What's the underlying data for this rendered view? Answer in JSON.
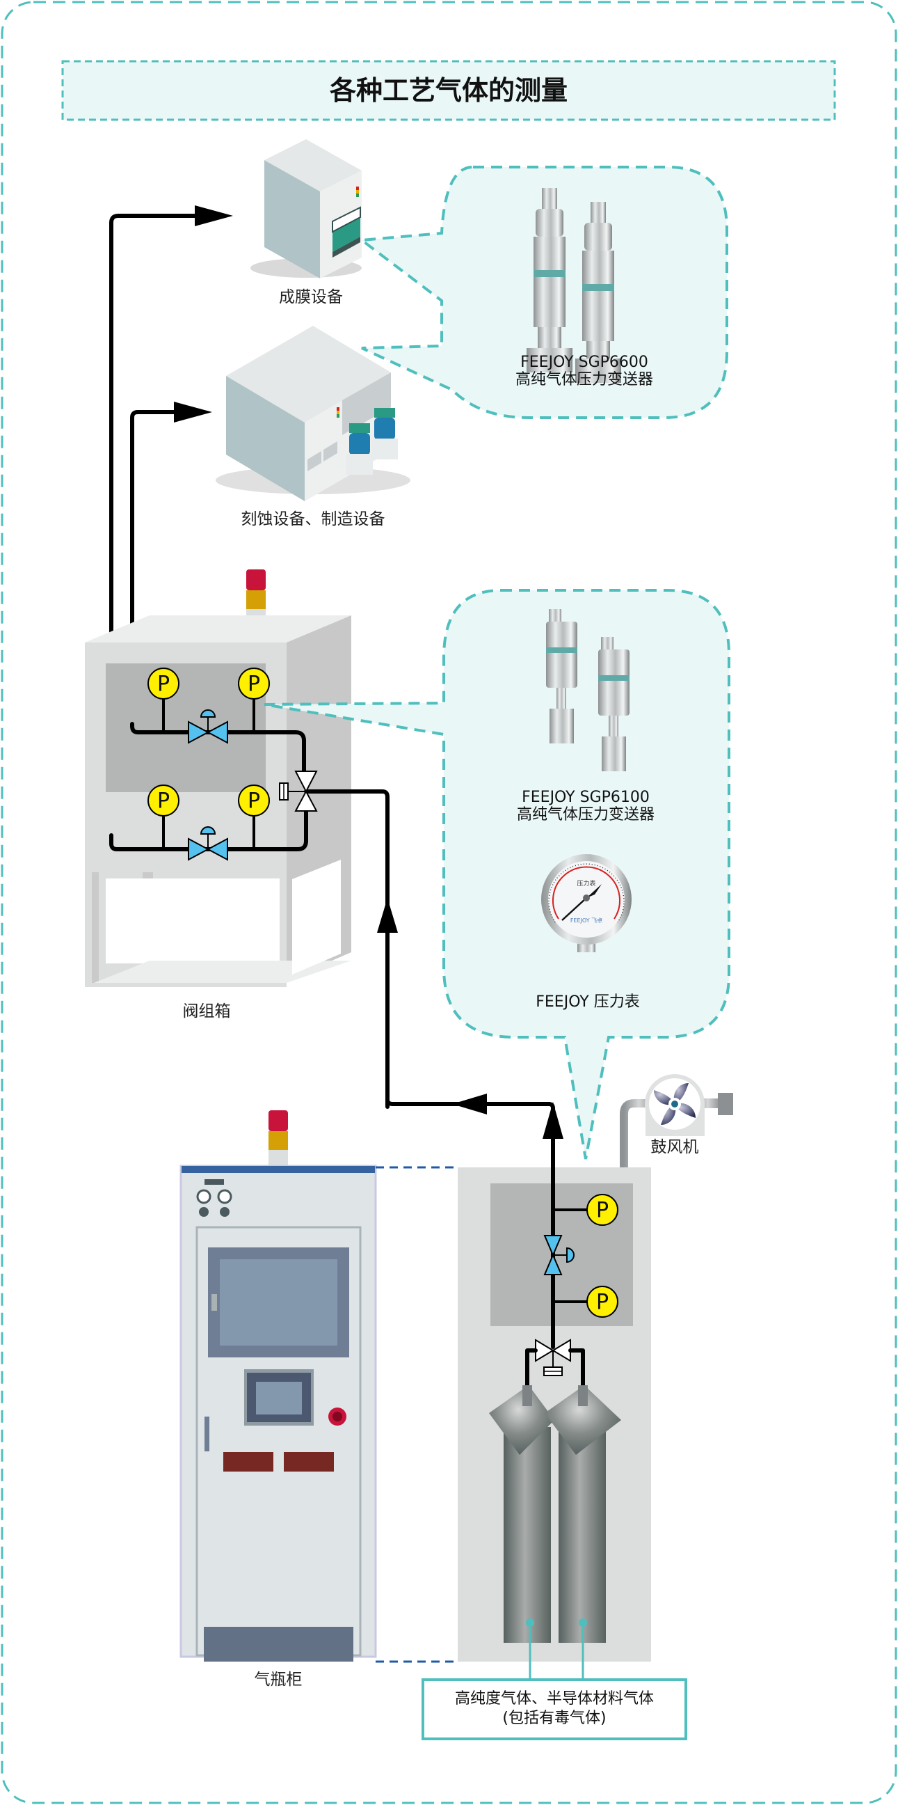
{
  "title": "各种工艺气体的测量",
  "equipment": {
    "film_deposition": "成膜设备",
    "etching_manufacturing": "刻蚀设备、制造设备",
    "valve_box": "阀组箱",
    "gas_cabinet": "气瓶柜",
    "blower": "鼓风机"
  },
  "callouts": {
    "sgp6600": {
      "line1": "FEEJOY SGP6600",
      "line2": "高纯气体压力变送器"
    },
    "sgp6100": {
      "line1": "FEEJOY SGP6100",
      "line2": "高纯气体压力变送器"
    },
    "gauge": {
      "line1": "FEEJOY 压力表",
      "face_label": "压力表",
      "brand": "FEEJOY 飞卓"
    }
  },
  "gas_source": {
    "line1": "高纯度气体、半导体材料气体",
    "line2": "(包括有毒气体)"
  },
  "pressure_symbol": "P",
  "colors": {
    "teal": "#4fbfbd",
    "callout_fill": "#eaf7f7",
    "valve_blue": "#55c1ef",
    "gauge_yellow": "#ffef00",
    "lamp_red": "#c8143a",
    "lamp_amber": "#d4a005",
    "cabinet_blue": "#3662a0"
  }
}
